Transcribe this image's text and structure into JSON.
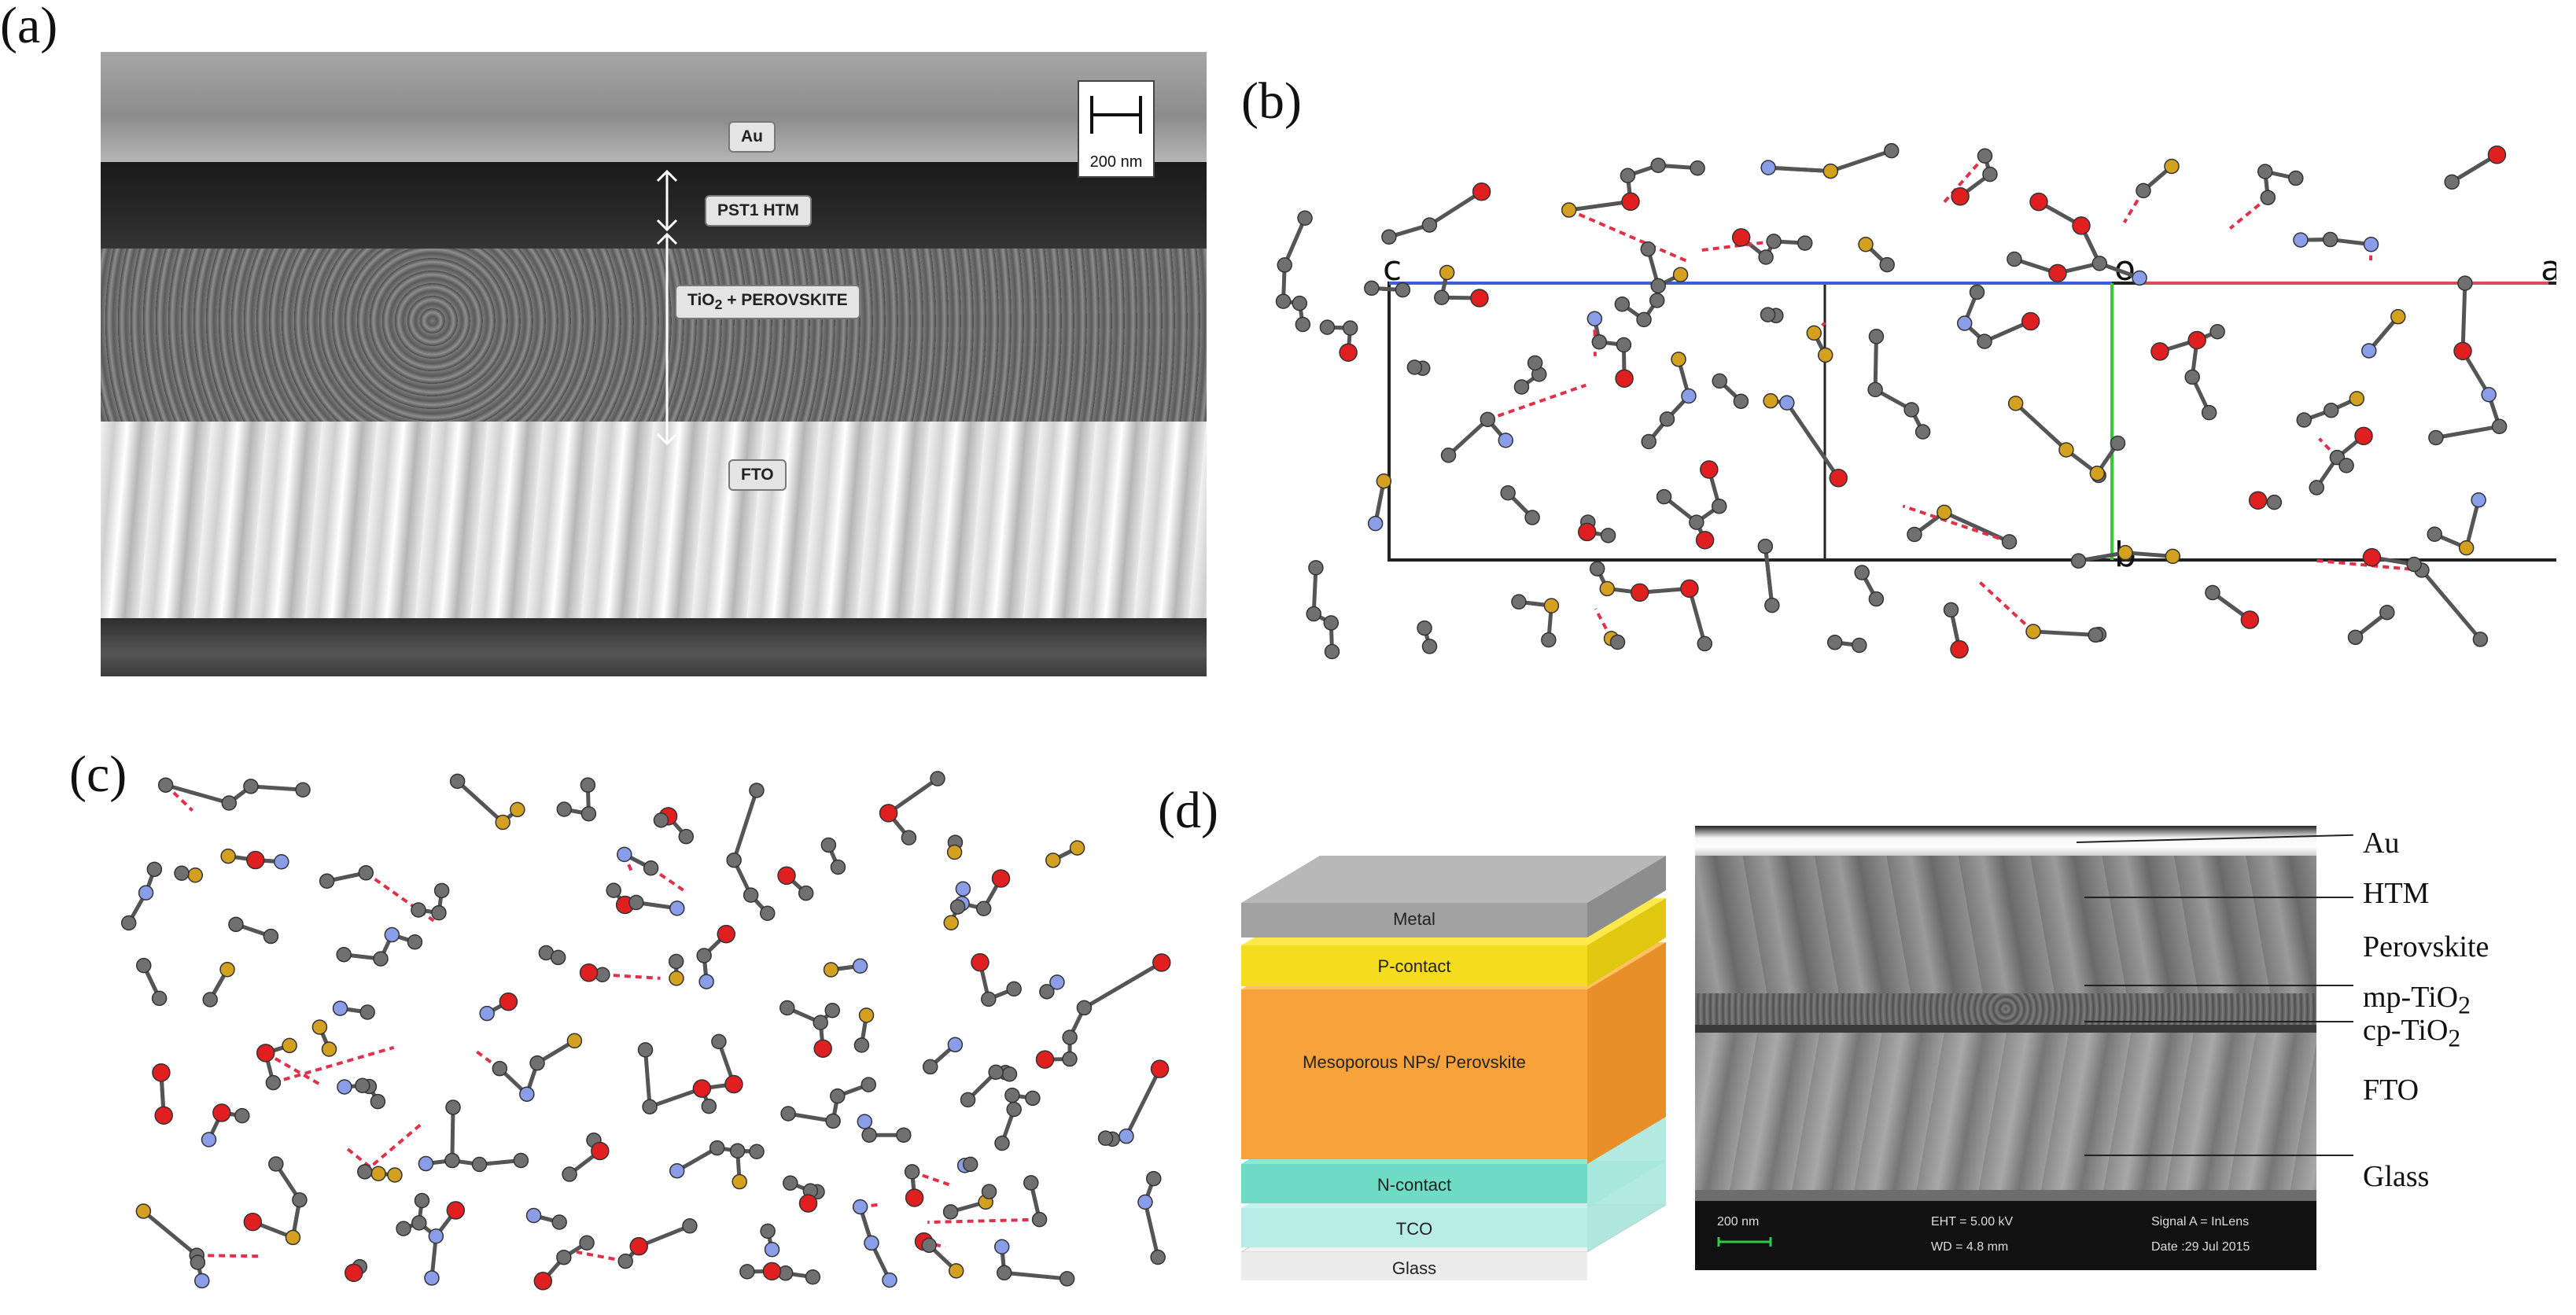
{
  "panels": {
    "a": {
      "label": "(a)",
      "layers": {
        "au": "Au",
        "htm": "PST1 HTM",
        "tio2_prefix": "TiO",
        "tio2_sub": "2",
        "tio2_suffix": " + PEROVSKITE",
        "fto": "FTO"
      },
      "scale_bar": "200 nm"
    },
    "b": {
      "label": "(b)",
      "axes": {
        "c": "c",
        "o": "o",
        "a": "a",
        "b": "b"
      }
    },
    "c": {
      "label": "(c)"
    },
    "d": {
      "label": "(d)",
      "stack_layers": [
        "Metal",
        "P-contact",
        "Mesoporous NPs/ Perovskite",
        "N-contact",
        "TCO",
        "Glass"
      ],
      "sem_info": {
        "scale": "200 nm",
        "eht": "EHT =  5.00 kV",
        "wd": "WD =  4.8 mm",
        "signal": "Signal A = InLens",
        "date": "Date :29 Jul 2015"
      },
      "layer_labels": {
        "au": "Au",
        "htm": "HTM",
        "perovskite": "Perovskite",
        "mp_prefix": "mp-TiO",
        "mp_sub": "2",
        "cp_prefix": "cp-TiO",
        "cp_sub": "2",
        "fto": "FTO",
        "glass": "Glass"
      }
    }
  }
}
